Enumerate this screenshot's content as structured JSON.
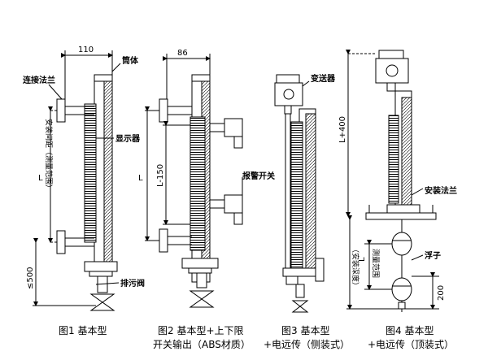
{
  "fig1": {
    "dim_top": "110",
    "label_body": "筒体",
    "label_flange": "连接法兰",
    "label_display": "显示器",
    "label_distance": "安装间距（测量范围）",
    "dim_L": "L",
    "dim_500": "≤500",
    "label_drain": "排污阀",
    "caption": "图1 基本型"
  },
  "fig2": {
    "dim_top": "86",
    "dim_L": "L",
    "dim_L150": "L-150",
    "label_alarm": "报警开关",
    "caption_line1": "图2 基本型+上下限",
    "caption_line2": "开关输出（ABS材质）"
  },
  "fig3": {
    "label_transmitter": "变送器",
    "caption_line1": "图3 基本型",
    "caption_line2": "+电远传（侧装式）"
  },
  "fig4": {
    "dim_L400": "L+400",
    "label_mount_flange": "安装法兰",
    "label_depth": "（安装深度）",
    "dim_L": "L",
    "label_range": "测量范围",
    "label_float": "浮子",
    "dim_200": "200",
    "caption_line1": "图4 基本型",
    "caption_line2": "+电远传（顶装式）"
  }
}
